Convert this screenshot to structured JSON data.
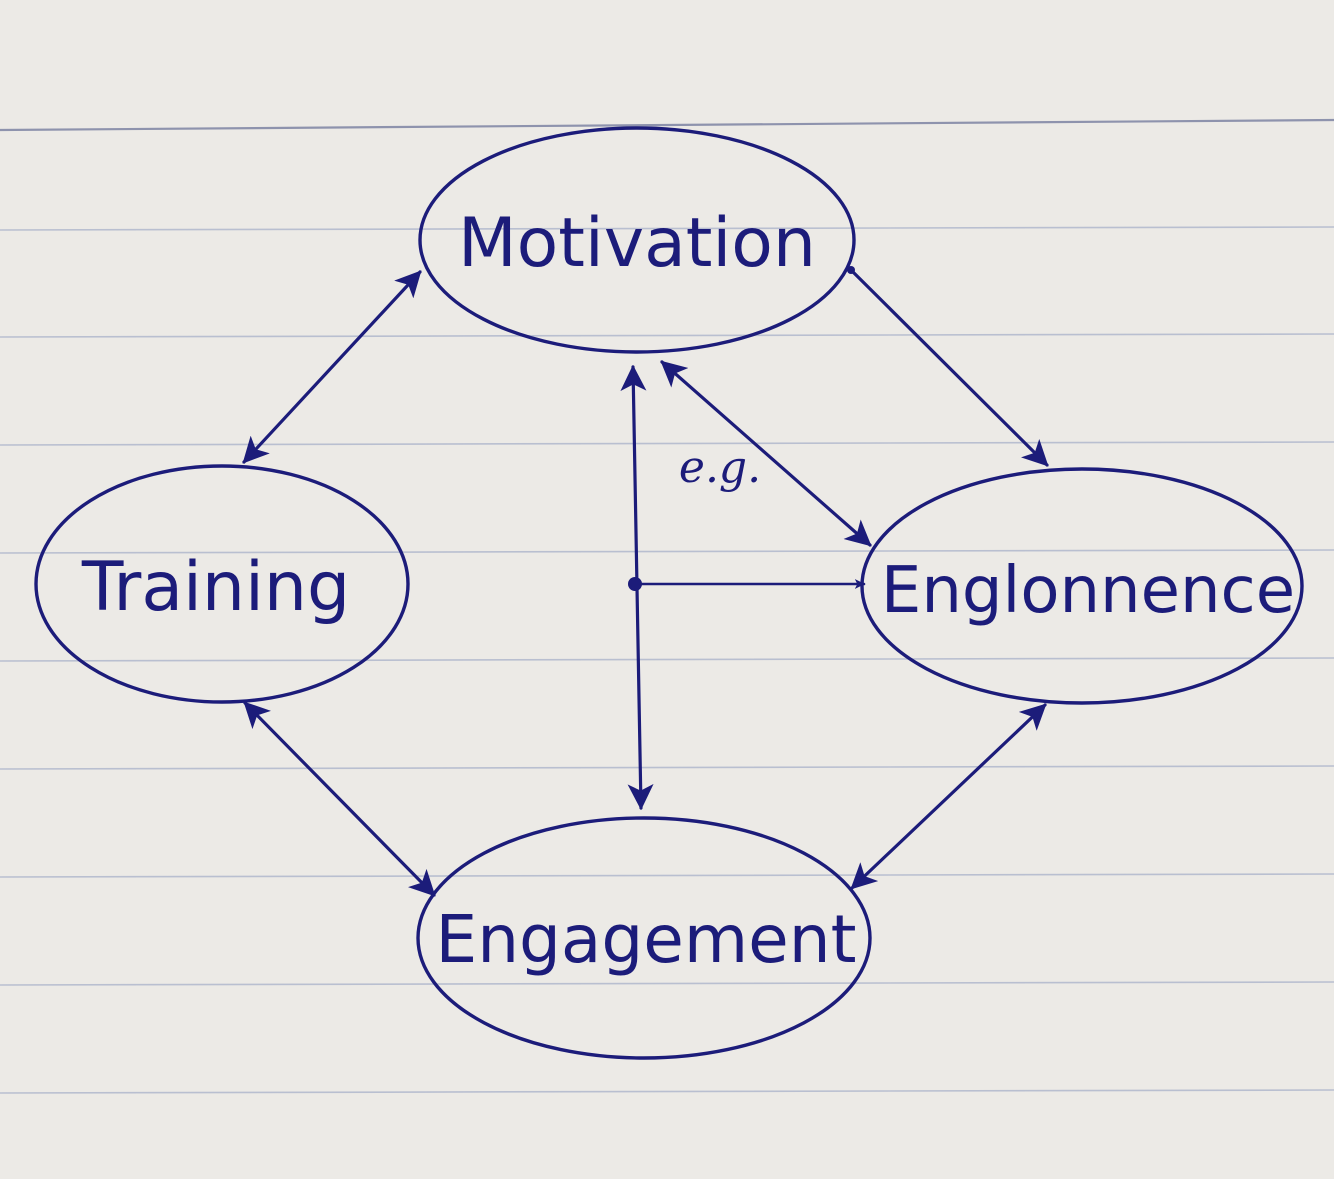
{
  "colors": {
    "paper": "#eceae6",
    "ruled_line": "#b9bfd0",
    "margin_line": "#8e93ad",
    "ink": "#1c1c7a"
  },
  "nodes": {
    "motivation": {
      "label": "Motivation"
    },
    "training": {
      "label": "Training"
    },
    "englonnence": {
      "label": "Englonnence"
    },
    "engagement": {
      "label": "Engagement"
    }
  },
  "edges": [
    {
      "from": "motivation",
      "to": "training",
      "direction": "both"
    },
    {
      "from": "motivation",
      "to": "englonnence",
      "direction": "forward"
    },
    {
      "from": "motivation",
      "to": "englonnence",
      "direction": "both",
      "label": "e.g."
    },
    {
      "from": "motivation",
      "to": "engagement",
      "direction": "both"
    },
    {
      "from": "junction",
      "to": "englonnence",
      "direction": "forward"
    },
    {
      "from": "training",
      "to": "engagement",
      "direction": "both"
    },
    {
      "from": "englonnence",
      "to": "engagement",
      "direction": "both"
    }
  ],
  "edge_labels": {
    "eg": "e.g."
  }
}
